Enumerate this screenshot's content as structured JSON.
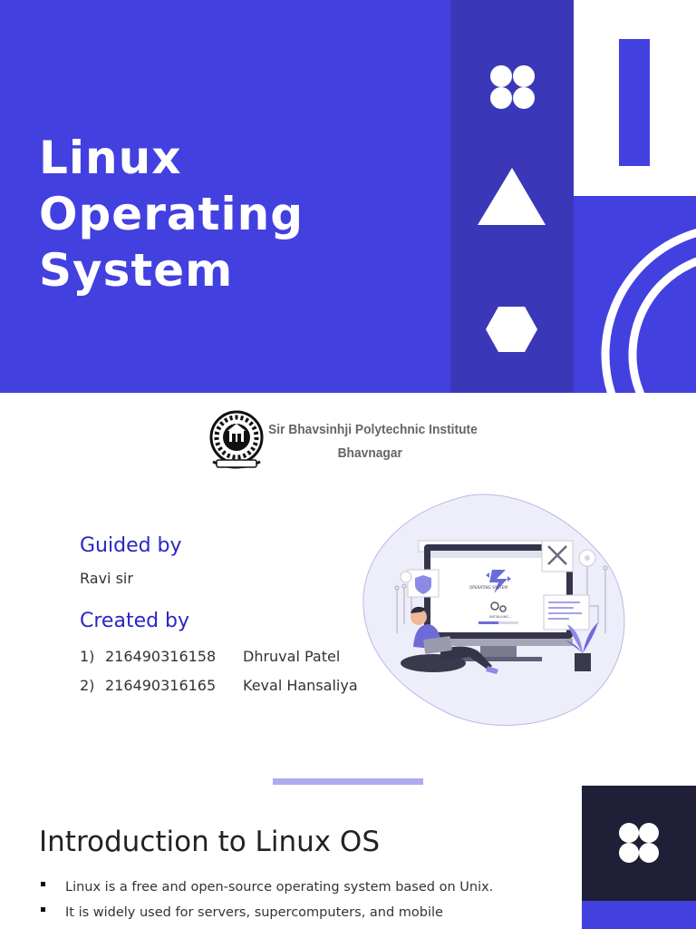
{
  "title_slide": {
    "title_lines": [
      "Linux",
      "Operating",
      "System"
    ]
  },
  "institute": {
    "name_line1": "Sir Bhavsinhji Polytechnic Institute",
    "name_line2": "Bhavnagar"
  },
  "credits": {
    "guided_label": "Guided by",
    "guide_name": "Ravi sir",
    "created_label": "Created by",
    "members": [
      {
        "number": "1)",
        "roll": "216490316158",
        "name": "Dhruval Patel"
      },
      {
        "number": "2)",
        "roll": "216490316165",
        "name": "Keval Hansaliya"
      }
    ]
  },
  "illustration": {
    "screen_text": "OPERATING SYSTEM",
    "status_text": "INSTALLING..."
  },
  "intro_slide": {
    "title": "Introduction to Linux OS",
    "bullets": [
      "Linux is a free and open-source operating system based on Unix.",
      "It is widely used for servers, supercomputers, and mobile"
    ]
  },
  "colors": {
    "primary_blue": "#4340e0",
    "dark_blue_strip": "#3a38b8",
    "heading_blue": "#2a26c4",
    "dark_navy": "#1f1f37"
  }
}
